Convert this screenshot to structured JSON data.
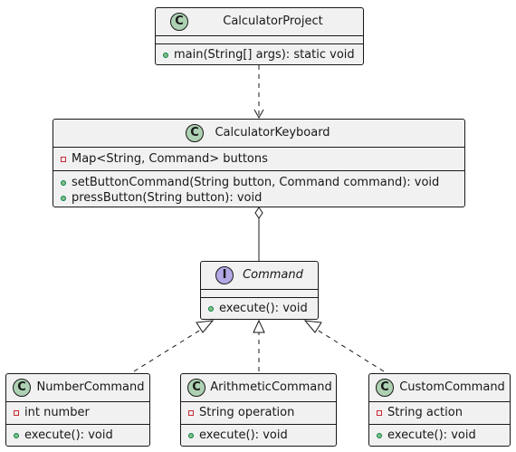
{
  "classes": {
    "calculator_project": {
      "name": "CalculatorProject",
      "stereotype_icon": "C",
      "fields": [],
      "methods": [
        {
          "visibility": "public",
          "text": "main(String[] args): static void"
        }
      ]
    },
    "calculator_keyboard": {
      "name": "CalculatorKeyboard",
      "stereotype_icon": "C",
      "fields": [
        {
          "visibility": "private",
          "text": "Map<String, Command> buttons"
        }
      ],
      "methods": [
        {
          "visibility": "public",
          "text": "setButtonCommand(String button, Command command): void"
        },
        {
          "visibility": "public",
          "text": "pressButton(String button): void"
        }
      ]
    },
    "command": {
      "name": "Command",
      "stereotype_icon": "I",
      "fields": [],
      "methods": [
        {
          "visibility": "public",
          "text": "execute(): void"
        }
      ]
    },
    "number_command": {
      "name": "NumberCommand",
      "stereotype_icon": "C",
      "fields": [
        {
          "visibility": "private",
          "text": "int number"
        }
      ],
      "methods": [
        {
          "visibility": "public",
          "text": "execute(): void"
        }
      ]
    },
    "arithmetic_command": {
      "name": "ArithmeticCommand",
      "stereotype_icon": "C",
      "fields": [
        {
          "visibility": "private",
          "text": "String operation"
        }
      ],
      "methods": [
        {
          "visibility": "public",
          "text": "execute(): void"
        }
      ]
    },
    "custom_command": {
      "name": "CustomCommand",
      "stereotype_icon": "C",
      "fields": [
        {
          "visibility": "private",
          "text": "String action"
        }
      ],
      "methods": [
        {
          "visibility": "public",
          "text": "execute(): void"
        }
      ]
    }
  },
  "relations": [
    {
      "from": "CalculatorProject",
      "to": "CalculatorKeyboard",
      "type": "dependency"
    },
    {
      "from": "CalculatorKeyboard",
      "to": "Command",
      "type": "aggregation"
    },
    {
      "from": "NumberCommand",
      "to": "Command",
      "type": "realization"
    },
    {
      "from": "ArithmeticCommand",
      "to": "Command",
      "type": "realization"
    },
    {
      "from": "CustomCommand",
      "to": "Command",
      "type": "realization"
    }
  ],
  "colors": {
    "class_fill": "#f1f1f1",
    "border": "#181818",
    "class_icon": "#add1b2",
    "interface_icon": "#b4a7e5",
    "public_marker": "#84be84",
    "private_marker": "#c82930"
  }
}
